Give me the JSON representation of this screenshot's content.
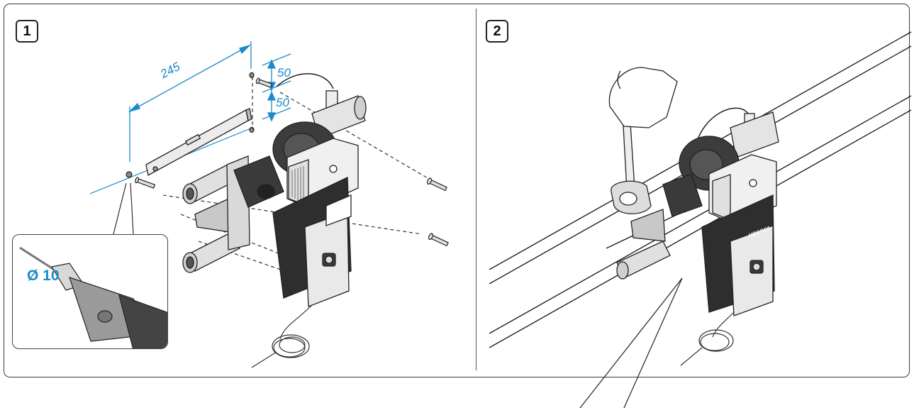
{
  "steps": [
    {
      "number": "1"
    },
    {
      "number": "2"
    }
  ],
  "dimensions": {
    "width": "245",
    "height_top": "50",
    "height_bottom": "50"
  },
  "drill": {
    "size_label": "Ø 10"
  },
  "brand": "uponor",
  "colors": {
    "dimension_blue": "#1a8bc9",
    "outline": "#222222",
    "unit_body": "#2e2e2e",
    "unit_front": "#e9e9e9"
  }
}
